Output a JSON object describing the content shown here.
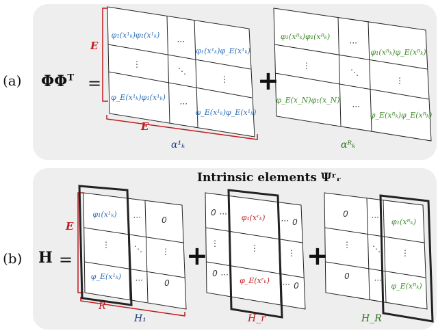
{
  "panel_a": {
    "label": "(a)",
    "lhs": "ΦΦ",
    "lhs_sup": "T",
    "equals": "=",
    "plus": "+",
    "dim_row": "E",
    "dim_col": "E",
    "matrix1": {
      "cells": [
        [
          "φ₁(x¹ₖ)φ₁(x¹ₖ)",
          "···",
          "φ₁(x¹ₖ)φ_E(x¹ₖ)"
        ],
        [
          "⋮",
          "⋱",
          "⋮"
        ],
        [
          "φ_E(x¹ₖ)φ₁(x¹ₖ)",
          "···",
          "φ_E(x¹ₖ)φ_E(x¹ₖ)"
        ]
      ],
      "caption": "α¹ₖ"
    },
    "matrix2": {
      "cells": [
        [
          "φ₁(xᴿₖ)φ₁(xᴿₖ)",
          "···",
          "φ₁(xᴿₖ)φ_E(xᴿₖ)"
        ],
        [
          "⋮",
          "⋱",
          "⋮"
        ],
        [
          "φ_E(x_N)φ₁(x_N)",
          "···",
          "φ_E(xᴿₖ)φ_E(xᴿₖ)"
        ]
      ],
      "caption": "αᴿₖ"
    }
  },
  "panel_b": {
    "label": "(b)",
    "lhs": "H",
    "equals": "=",
    "plus": "+",
    "title": "Intrinsic elements Ψʳᵣ",
    "dim_row": "E",
    "dim_col": "R",
    "matrix1": {
      "cells": [
        [
          "φ₁(x¹ₖ)",
          "···",
          "0"
        ],
        [
          "⋮",
          "⋱",
          "⋮"
        ],
        [
          "φ_E(x¹ₖ)",
          "···",
          "0"
        ]
      ],
      "caption": "H₁"
    },
    "matrix2": {
      "cells": [
        [
          "0",
          "···",
          "φ₁(xʳₖ)",
          "···",
          "0"
        ],
        [
          "⋮",
          "",
          "⋮",
          "",
          "⋮"
        ],
        [
          "0",
          "···",
          "φ_E(xʳₖ)",
          "···",
          "0"
        ]
      ],
      "caption": "H_r"
    },
    "matrix3": {
      "cells": [
        [
          "0",
          "···",
          "φ₁(xᴿₖ)"
        ],
        [
          "⋮",
          "⋱",
          "⋮"
        ],
        [
          "0",
          "···",
          "φ_E(xᴿₖ)"
        ]
      ],
      "caption": "H_R"
    }
  },
  "colors": {
    "blue": "#2f6fb5",
    "green": "#3f8a2a",
    "red": "#c0181c",
    "navy": "#1f3a78",
    "panel": "#eeeeee"
  }
}
